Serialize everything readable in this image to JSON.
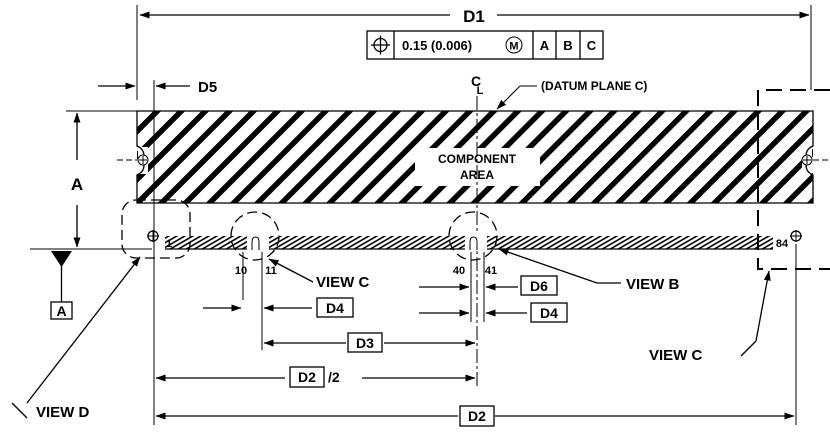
{
  "dimensions": {
    "d1": "D1",
    "d2": "D2",
    "d2_half_box": "D2",
    "d2_half_suffix": "/2",
    "d3": "D3",
    "d4_left": "D4",
    "d4_right": "D4",
    "d5": "D5",
    "d6": "D6",
    "a": "A"
  },
  "tolerance_frame": {
    "tolerance": "0.15 (0.006)",
    "modifier": "M",
    "datums": [
      "A",
      "B",
      "C"
    ]
  },
  "datum_a_label": "A",
  "centerline": {
    "c": "C",
    "l": "L"
  },
  "datum_plane_label": "(DATUM PLANE C)",
  "component_area": {
    "line1": "COMPONENT",
    "line2": "AREA"
  },
  "pins": {
    "first": "1",
    "last": "84",
    "p10": "10",
    "p11": "11",
    "p40": "40",
    "p41": "41"
  },
  "views": {
    "view_c_mid": "VIEW C",
    "view_b": "VIEW B",
    "view_c_right": "VIEW C",
    "view_d": "VIEW D"
  }
}
